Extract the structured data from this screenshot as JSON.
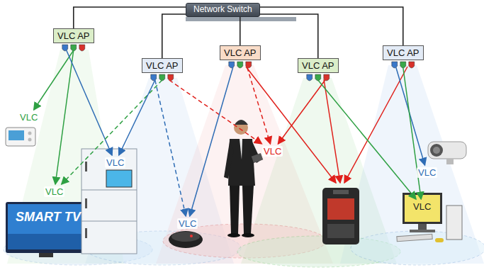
{
  "diagram": {
    "nodes": [
      {
        "text": [
          "Network Switch"
        ]
      },
      {
        "text": [
          "VLC AP"
        ]
      },
      {
        "text": [
          "VLC AP"
        ]
      },
      {
        "text": [
          "VLC AP"
        ]
      },
      {
        "text": [
          "VLC AP"
        ]
      },
      {
        "text": [
          "VLC AP"
        ]
      },
      {
        "text": [
          "VLC"
        ]
      },
      {
        "text": [
          "VLC"
        ]
      },
      {
        "text": [
          "VLC"
        ]
      },
      {
        "text": [
          "VLC"
        ]
      },
      {
        "text": [
          "VLC"
        ]
      },
      {
        "text": [
          "VLC"
        ]
      },
      {
        "text": [
          "VLC"
        ]
      }
    ],
    "edges": [
      {
        "from": 0,
        "to": 1,
        "arrow": "none"
      },
      {
        "from": 0,
        "to": 2,
        "arrow": "none"
      },
      {
        "from": 0,
        "to": 3,
        "arrow": "none"
      },
      {
        "from": 0,
        "to": 4,
        "arrow": "none"
      },
      {
        "from": 0,
        "to": 5,
        "arrow": "none"
      },
      {
        "from": 1,
        "to": 6,
        "arrow": "to"
      },
      {
        "from": 1,
        "to": 7,
        "arrow": "to"
      },
      {
        "from": 1,
        "to": 8,
        "arrow": "to"
      },
      {
        "from": 2,
        "to": 7,
        "arrow": "to"
      },
      {
        "from": 2,
        "to": 8,
        "arrow": "to"
      },
      {
        "from": 2,
        "to": 10,
        "arrow": "to"
      },
      {
        "from": 2,
        "to": 9,
        "arrow": "to"
      },
      {
        "from": 3,
        "to": 10,
        "arrow": "to"
      },
      {
        "from": 3,
        "to": 9,
        "arrow": "to"
      },
      {
        "from": 4,
        "to": 9,
        "arrow": "to"
      },
      {
        "from": 4,
        "to": 12,
        "arrow": "to"
      },
      {
        "from": 5,
        "to": 11,
        "arrow": "to"
      },
      {
        "from": 5,
        "to": 12,
        "arrow": "to"
      }
    ],
    "labels": [
      "SMART TV"
    ]
  }
}
